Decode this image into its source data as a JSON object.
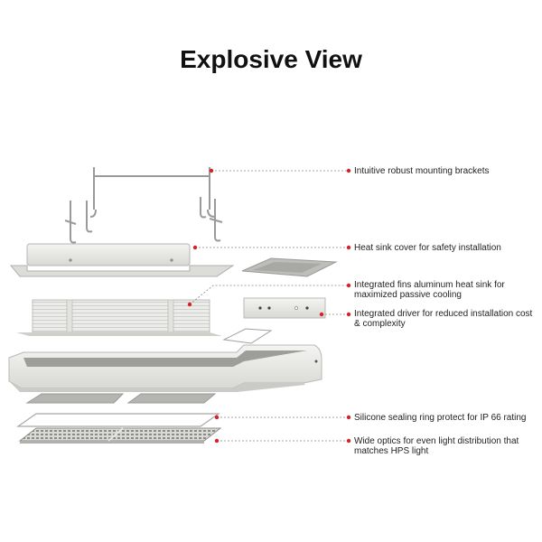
{
  "title": "Explosive View",
  "accent_color": "#d2232a",
  "callouts": [
    {
      "text": "Intuitive robust mounting brackets"
    },
    {
      "text": "Heat sink cover  for safety installation"
    },
    {
      "text": "Integrated fins aluminum heat sink for maximized passive cooling"
    },
    {
      "text": "Integrated driver for reduced installation cost & complexity"
    },
    {
      "text": "Silicone sealing ring protect for IP 66 rating"
    },
    {
      "text": "Wide optics for even light distribution that matches HPS light"
    }
  ]
}
